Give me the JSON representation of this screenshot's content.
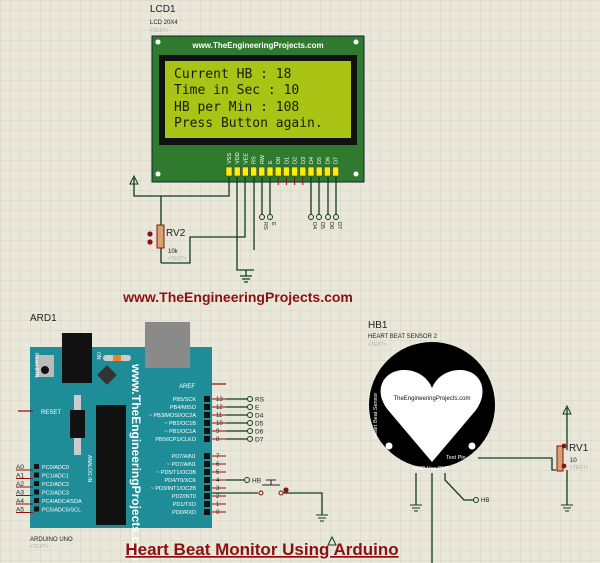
{
  "website_banner": "www.TheEngineeringProjects.com",
  "title": "Heart Beat Monitor Using Arduino",
  "colors": {
    "background": "#e9e7da",
    "grid": "#cfcdbd",
    "lcd_board": "#2f7a2e",
    "lcd_screen": "#a9c414",
    "arduino": "#1f8d97",
    "wire": "#0f3d1a",
    "title": "#8b1010"
  },
  "lcd": {
    "ref": "LCD1",
    "model": "LCD 20X4",
    "text_placeholder": "<TEXT>",
    "board_url": "www.TheEngineeringProjects.com",
    "lines": [
      "Current HB  : 18",
      "Time in Sec : 10",
      "HB per Min  : 108",
      "Press Button again."
    ],
    "pins": [
      "VSS",
      "VDD",
      "VEE",
      "RS",
      "RW",
      "E",
      "D0",
      "D1",
      "D2",
      "D3",
      "D4",
      "D5",
      "D6",
      "D7"
    ],
    "net_labels": [
      "RS",
      "E",
      "D4",
      "D5",
      "D6",
      "D7"
    ]
  },
  "rv2": {
    "ref": "RV2",
    "value": "10k",
    "text_placeholder": "<TEXT>"
  },
  "arduino": {
    "ref": "ARD1",
    "model": "ARDUINO UNO",
    "text_placeholder": "<TEXT>",
    "board_url": "www.TheEngineeringProjects.com",
    "reset_btn": "Reset BTN",
    "on": "ON",
    "reset": "RESET",
    "analog_in": "ANALOG IN",
    "aref": "AREF",
    "analog_pins": [
      {
        "pin": "A0",
        "label": "PC0/ADC0"
      },
      {
        "pin": "A1",
        "label": "PC1/ADC1"
      },
      {
        "pin": "A2",
        "label": "PC2/ADC2"
      },
      {
        "pin": "A3",
        "label": "PC3/ADC3"
      },
      {
        "pin": "A4",
        "label": "PC4/ADC4/SDA"
      },
      {
        "pin": "A5",
        "label": "PC5/ADC5/SCL"
      }
    ],
    "digital_high": [
      {
        "num": "13",
        "label": "PB5/SCK",
        "net": "RS"
      },
      {
        "num": "12",
        "label": "PB4/MISO",
        "net": "E"
      },
      {
        "num": "11",
        "label": "~ PB3/MOSI/OC2A",
        "net": "D4"
      },
      {
        "num": "10",
        "label": "~ PB2/OC1B",
        "net": "D5"
      },
      {
        "num": "9",
        "label": "~ PB1/OC1A",
        "net": "D6"
      },
      {
        "num": "8",
        "label": "PB0/ICP1/CLKO",
        "net": "D7"
      }
    ],
    "digital_low": [
      {
        "num": "7",
        "label": "PD7/AIN1"
      },
      {
        "num": "6",
        "label": "~ PD7/AIN1"
      },
      {
        "num": "5",
        "label": "~ PD5/T1/OC0B"
      },
      {
        "num": "4",
        "label": "PD4/T0/XCK",
        "net": "HB"
      },
      {
        "num": "3",
        "label": "~ PD3/INT1/OC2B"
      },
      {
        "num": "2",
        "label": "PD2/INT0"
      },
      {
        "num": "1",
        "label": "PD1/TXD"
      },
      {
        "num": "0",
        "label": "PD0/RXD"
      }
    ]
  },
  "sensor": {
    "ref": "HB1",
    "model": "HEART BEAT SENSOR 2",
    "text_placeholder": "<TEXT>",
    "heart_text": "TheEngineeringProjects.com",
    "side_text": "Heart Beat Sensor",
    "test_pin": "Test Pin",
    "pins": "GND Vcc OUT",
    "net": "HB"
  },
  "rv1": {
    "ref": "RV1",
    "value": "10",
    "text_placeholder": "<TEXT>"
  }
}
